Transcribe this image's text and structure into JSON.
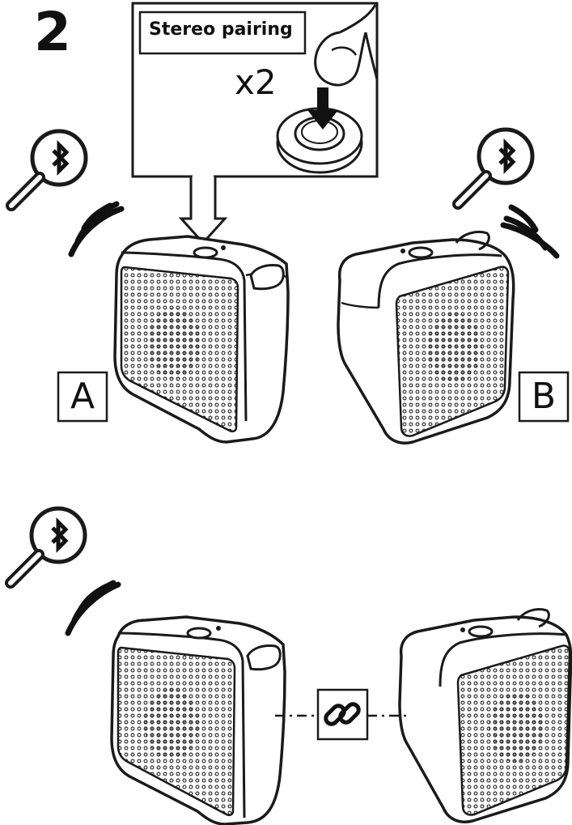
{
  "step": "2",
  "callout": {
    "title": "Stereo pairing",
    "multiplier": "x2"
  },
  "speakers": [
    {
      "label": "A"
    },
    {
      "label": "B"
    }
  ],
  "icons": {
    "bluetooth_search": "bluetooth-search-icon",
    "signal": "signal-waves-icon",
    "button_press": "finger-press-button-icon",
    "link": "chain-link-icon"
  }
}
